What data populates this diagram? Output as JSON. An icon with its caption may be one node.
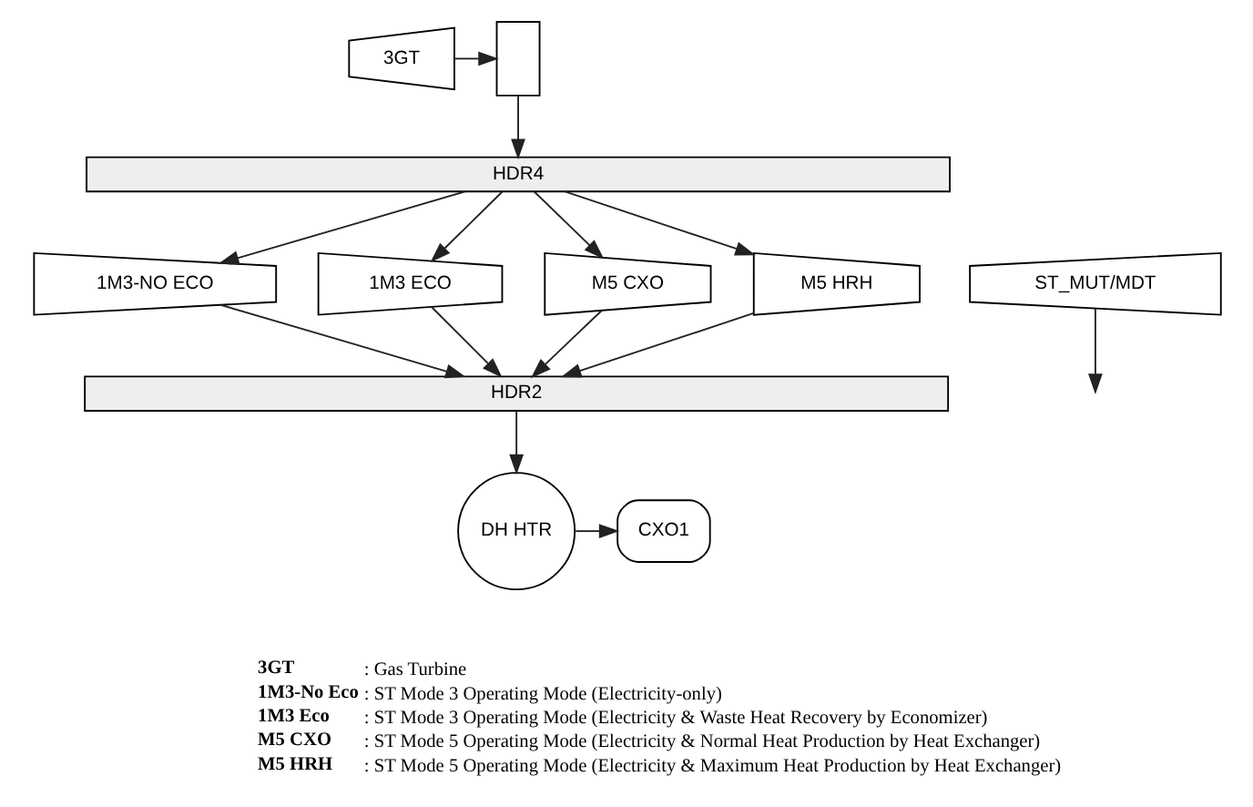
{
  "diagram": {
    "nodes": [
      {
        "text": [],
        "shape": "box"
      },
      {
        "text": [
          "HDR4"
        ]
      },
      {
        "text": [
          "3GT"
        ]
      },
      {
        "text": [
          "1M3-NO ECO"
        ]
      },
      {
        "text": [
          "1M3 ECO"
        ]
      },
      {
        "text": [
          "M5 CXO"
        ]
      },
      {
        "text": [
          "M5 HRH"
        ]
      },
      {
        "text": [
          "ST_MUT/MDT"
        ]
      },
      {
        "text": [
          "HDR2"
        ]
      },
      {
        "text": [
          "DH HTR"
        ]
      },
      {
        "text": [
          "CXO1"
        ]
      }
    ],
    "edges": [
      {
        "from": 2,
        "to": 0,
        "arrow": "to"
      },
      {
        "from": 0,
        "to": 1,
        "arrow": "to"
      },
      {
        "from": 1,
        "to": 3,
        "arrow": "to"
      },
      {
        "from": 1,
        "to": 4,
        "arrow": "to"
      },
      {
        "from": 1,
        "to": 5,
        "arrow": "to"
      },
      {
        "from": 1,
        "to": 6,
        "arrow": "to"
      },
      {
        "from": 3,
        "to": 8,
        "arrow": "to"
      },
      {
        "from": 4,
        "to": 8,
        "arrow": "to"
      },
      {
        "from": 5,
        "to": 8,
        "arrow": "to"
      },
      {
        "from": 6,
        "to": 8,
        "arrow": "to"
      },
      {
        "from": 8,
        "to": 9,
        "arrow": "to"
      },
      {
        "from": 9,
        "to": 10,
        "arrow": "to"
      },
      {
        "from": 7,
        "to": null,
        "arrow": "to"
      }
    ],
    "labels": [
      "3GT",
      ": Gas Turbine",
      "1M3-No Eco",
      ": ST Mode 3 Operating Mode (Electricity-only)",
      "1M3 Eco",
      ": ST Mode 3 Operating Mode (Electricity & Waste Heat Recovery by Economizer)",
      "M5 CXO",
      ": ST Mode 5 Operating Mode (Electricity & Normal Heat Production by Heat Exchanger)",
      "M5 HRH",
      ": ST Mode 5 Operating Mode (Electricity & Maximum Heat Production by Heat Exchanger)"
    ]
  }
}
